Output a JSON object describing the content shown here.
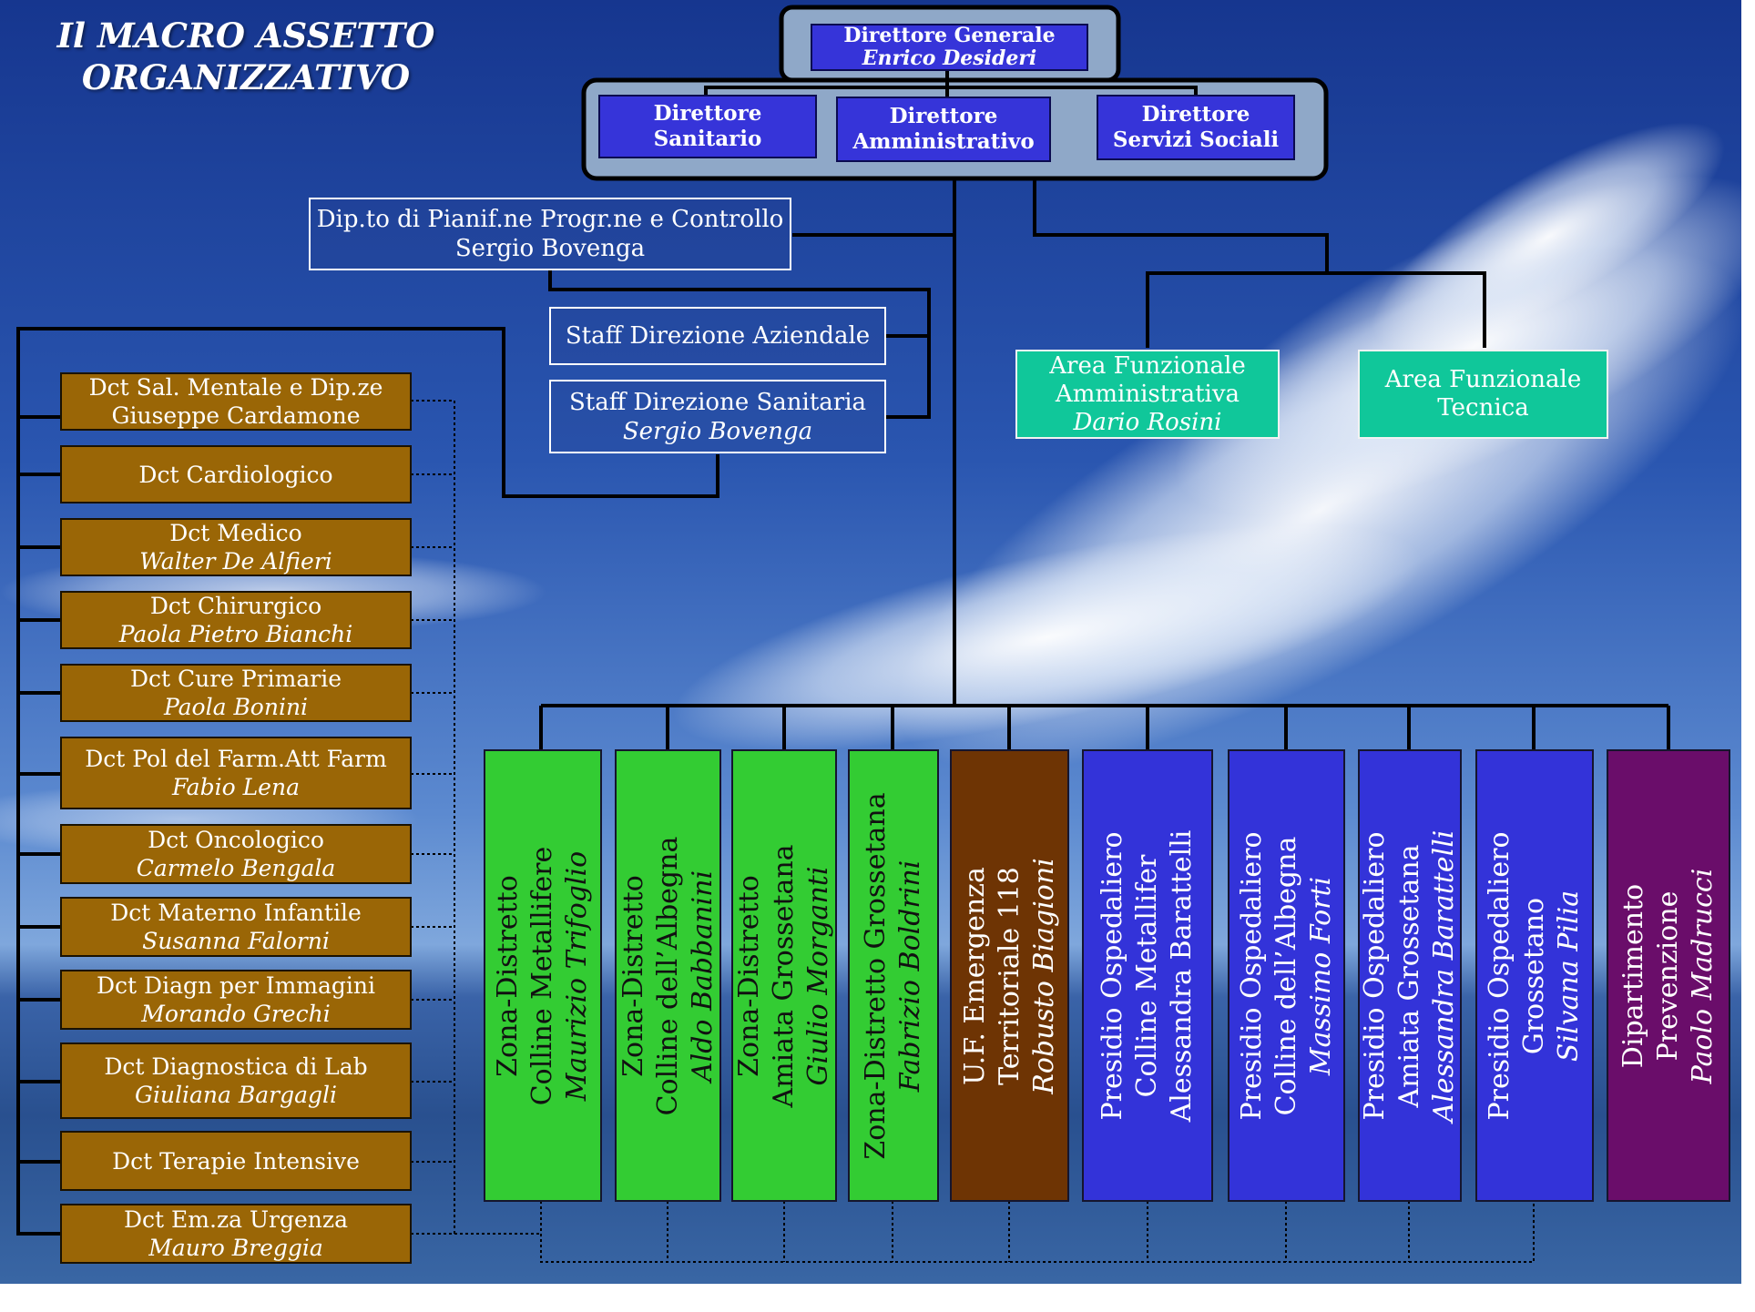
{
  "title": "Il MACRO ASSETTO ORGANIZZATIVO",
  "executive": {
    "general": {
      "role": "Direttore Generale",
      "name": "Enrico Desideri"
    },
    "sanitario": {
      "l1": "Direttore",
      "l2": "Sanitario"
    },
    "amministrativo": {
      "l1": "Direttore",
      "l2": "Amministrativo"
    },
    "servizi_sociali": {
      "l1": "Direttore",
      "l2": "Servizi Sociali"
    }
  },
  "staff": {
    "pianificazione": {
      "l1": "Dip.to di Pianif.ne Progr.ne e Controllo",
      "l2": "Sergio Bovenga"
    },
    "direzione_aziendale": {
      "l1": "Staff Direzione Aziendale"
    },
    "direzione_sanitaria": {
      "l1": "Staff Direzione Sanitaria",
      "l2": "Sergio Bovenga"
    }
  },
  "functional_areas": [
    {
      "l1": "Area Funzionale",
      "l2": "Amministrativa",
      "name": "Dario Rosini"
    },
    {
      "l1": "Area Funzionale",
      "l2": "Tecnica"
    }
  ],
  "departments": [
    {
      "l1": "Dct Sal. Mentale e Dip.ze",
      "l2": "Giuseppe Cardamone"
    },
    {
      "l1": "Dct Cardiologico"
    },
    {
      "l1": "Dct Medico",
      "name": "Walter De Alfieri"
    },
    {
      "l1": "Dct Chirurgico",
      "name": "Paola Pietro Bianchi"
    },
    {
      "l1": "Dct Cure Primarie",
      "name": "Paola Bonini"
    },
    {
      "l1": "Dct Pol del Farm.Att Farm",
      "name": "Fabio Lena"
    },
    {
      "l1": "Dct Oncologico",
      "name": "Carmelo Bengala"
    },
    {
      "l1": "Dct Materno Infantile",
      "name": "Susanna Falorni"
    },
    {
      "l1": "Dct Diagn per Immagini",
      "name": "Morando Grechi"
    },
    {
      "l1": "Dct Diagnostica di Lab",
      "name": "Giuliana Bargagli"
    },
    {
      "l1": "Dct Terapie Intensive"
    },
    {
      "l1": "Dct Em.za Urgenza",
      "name": "Mauro Breggia"
    }
  ],
  "units": [
    {
      "l1": "Zona-Distretto",
      "l2": "Colline Metallifere",
      "name": "Maurizio Trifoglio"
    },
    {
      "l1": "Zona-Distretto",
      "l2": "Colline dell’Albegna",
      "name": "Aldo Babbanini"
    },
    {
      "l1": "Zona-Distretto",
      "l2": "Amiata Grossetana",
      "name": "Giulio Morganti"
    },
    {
      "l1": "Zona-Distretto  Grossetana",
      "name": "Fabrizio Boldrini"
    },
    {
      "l1": "U.F. Emergenza",
      "l2": "Territoriale 118",
      "name": "Robusto Biagioni"
    },
    {
      "l1": "Presidio Ospedaliero",
      "l2": "Colline Metallifer",
      "l3": "Alessandra Barattelli"
    },
    {
      "l1": "Presidio Ospedaliero",
      "l2": "Colline dell’Albegna",
      "name": "Massimo Forti"
    },
    {
      "l1": "Presidio Ospedaliero",
      "l2": "Amiata Grossetana",
      "name": "Alessandra Barattelli"
    },
    {
      "l1": "Presidio Ospedaliero",
      "l2": "Grossetano",
      "name": "Silvana Pilia"
    },
    {
      "l1": "Dipartimento",
      "l2": "Prevenzione",
      "name": "Paolo Madrucci"
    }
  ],
  "colors": {
    "executive_box": "#3634d9",
    "staff_border": "#ffffff",
    "functional_area": "#10c79a",
    "department": "#9a6606",
    "zona_distretto": "#33cc33",
    "emergenza": "#6e3404",
    "presidio": "#3333d9",
    "prevenzione": "#6a0d6a"
  }
}
